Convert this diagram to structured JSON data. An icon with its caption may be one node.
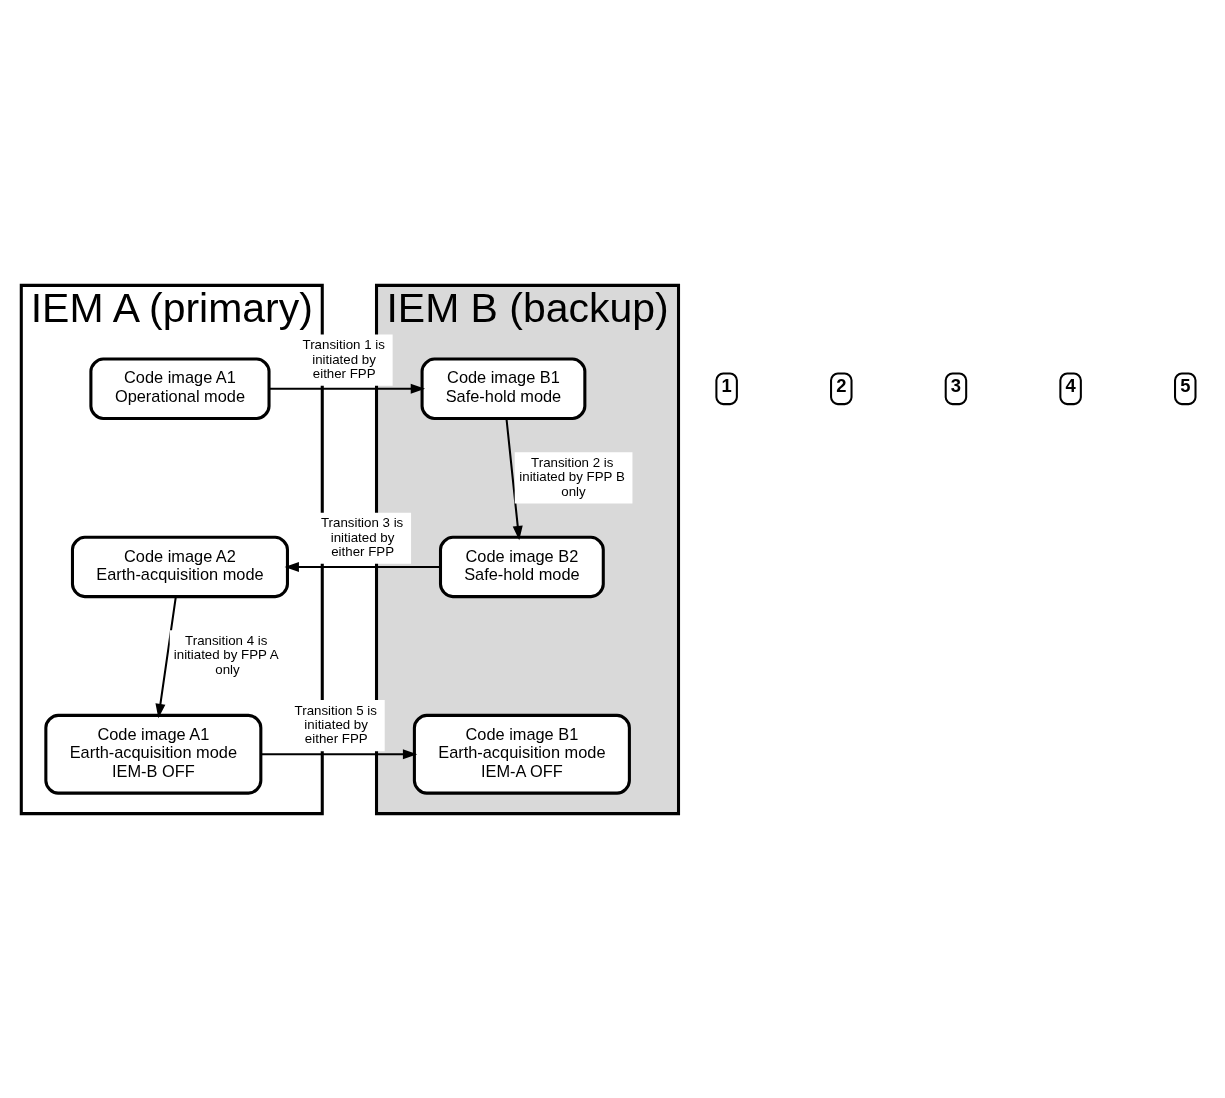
{
  "diagram": {
    "nodes": [
      {
        "text": [
          "IEM A (primary)"
        ]
      },
      {
        "text": [
          "Code image A1",
          "Operational mode"
        ],
        "in": 0
      },
      {
        "text": [
          "Code image A2",
          "Earth-acquisition mode"
        ],
        "in": 0
      },
      {
        "text": [
          "Code image A1",
          "Earth-acquisition mode",
          "IEM-B OFF"
        ],
        "in": 0
      },
      {
        "text": [
          "IEM B (backup)"
        ]
      },
      {
        "text": [
          "Code image B1",
          "Safe-hold mode"
        ],
        "in": 4
      },
      {
        "text": [
          "Code image B2",
          "Safe-hold mode"
        ],
        "in": 4
      },
      {
        "text": [
          "Code image B1",
          "Earth-acquisition mode",
          "IEM-A OFF"
        ],
        "in": 4
      }
    ],
    "edges": [
      {
        "from": 1,
        "to": 5,
        "arrow": "to",
        "label": "Transition 1 is initiated by either FPP"
      },
      {
        "from": 5,
        "to": 6,
        "arrow": "to",
        "label": "Transition 2 is initiated by FPP B only"
      },
      {
        "from": 6,
        "to": 2,
        "arrow": "to",
        "label": "Transition 3 is initiated by either FPP"
      },
      {
        "from": 2,
        "to": 3,
        "arrow": "to",
        "label": "Transition 4 is initiated by FPP A only"
      },
      {
        "from": 3,
        "to": 7,
        "arrow": "to",
        "label": "Transition 5 is initiated by either FPP"
      }
    ],
    "labels": [
      "1",
      "2",
      "3",
      "4",
      "5"
    ]
  }
}
